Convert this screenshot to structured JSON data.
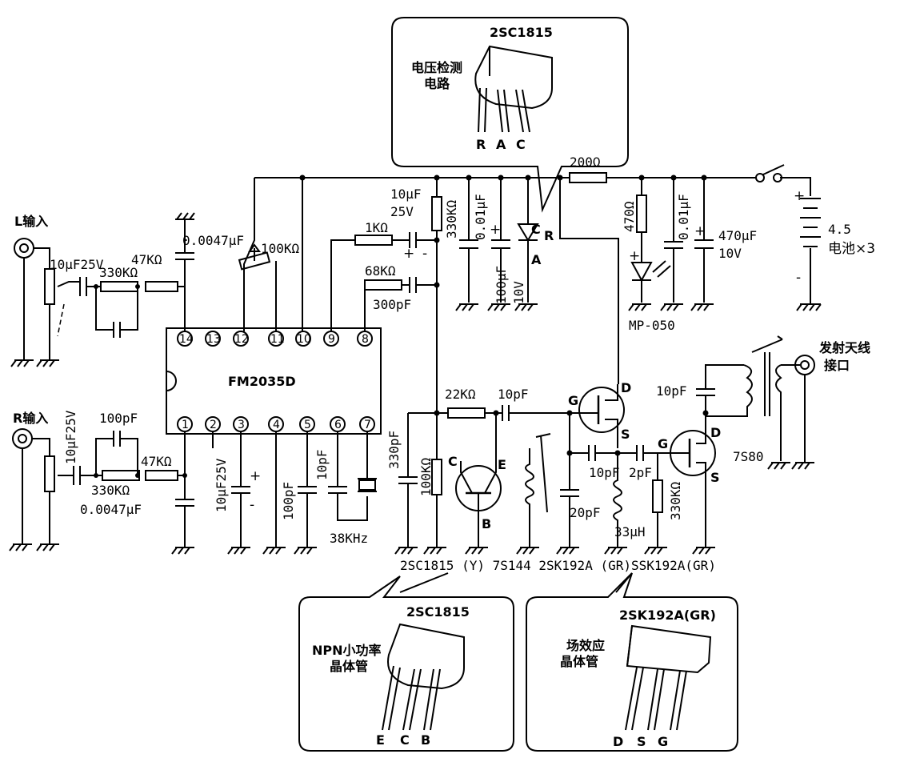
{
  "ic": {
    "name": "FM2035D",
    "pins_top": [
      "14",
      "13",
      "12",
      "11",
      "10",
      "9",
      "8"
    ],
    "pins_bottom": [
      "1",
      "2",
      "3",
      "4",
      "5",
      "6",
      "7"
    ]
  },
  "inputs": {
    "left": "L输入",
    "right": "R输入"
  },
  "antenna": {
    "line1": "发射天线",
    "line2": "接口"
  },
  "battery": {
    "voltage": "4.5",
    "label": "电池×3"
  },
  "crystal": "38KHz",
  "components": {
    "c_in_l": "10μF25V",
    "r_330k_l": "330KΩ",
    "r_47k_l": "47KΩ",
    "c_0047_l": "0.0047μF",
    "pot_100k": "100KΩ",
    "r_1k": "1KΩ",
    "r_68k": "68KΩ",
    "c_300p": "300pF",
    "c_10u_25v_a": "10μF",
    "c_10u_25v_b": "25V",
    "r_330k_v": "330KΩ",
    "c_001": "0.01μF",
    "c_100u": "100μF",
    "c_100u_v": "10V",
    "r_200": "200Ω",
    "r_470": "470Ω",
    "c_001b": "0.01μF",
    "c_470u": "470μF",
    "c_470u_v": "10V",
    "led": "MP-050",
    "c_in_r": "10μF25V",
    "c_100p_r": "100pF",
    "r_330k_r": "330KΩ",
    "r_47k_r": "47KΩ",
    "c_0047_r": "0.0047μF",
    "c_10u_pin2": "10μF25V",
    "c_100p_pin4": "100pF",
    "c_10p_pin5": "10pF",
    "r_22k": "22KΩ",
    "c_10p_a": "10pF",
    "c_330p": "330pF",
    "r_100k": "100KΩ",
    "c_10p_b": "10pF",
    "c_2p": "2pF",
    "c_20p": "20pF",
    "l_33u": "33μH",
    "r_330k_g": "330KΩ",
    "c_10p_ant": "10pF",
    "coil_7s80": "7S80"
  },
  "parts_line": "2SC1815 (Y)   7S144  2SK192A (GR)SSK192A(GR)",
  "insets": {
    "top": {
      "title": "2SC1815",
      "desc1": "电压检测",
      "desc2": "电路",
      "pins": [
        "R",
        "A",
        "C"
      ]
    },
    "bottom_left": {
      "title": "2SC1815",
      "desc1": "NPN小功率",
      "desc2": "晶体管",
      "pins": [
        "E",
        "C",
        "B"
      ]
    },
    "bottom_right": {
      "title": "2SK192A(GR)",
      "desc1": "场效应",
      "desc2": "晶体管",
      "pins": [
        "D",
        "S",
        "G"
      ]
    }
  },
  "pin_letters": {
    "c": "C",
    "r": "R",
    "a": "A",
    "g1": "G",
    "d1": "D",
    "s1": "S",
    "g2": "G",
    "d2": "D",
    "s2": "S",
    "tc": "C",
    "te": "E",
    "tb": "B"
  }
}
